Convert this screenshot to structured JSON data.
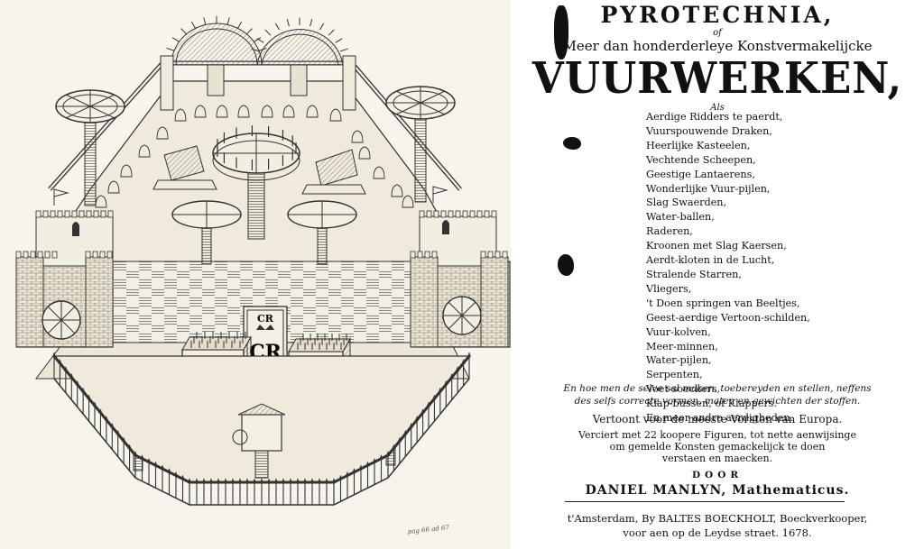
{
  "engraving": {
    "monogram_big": "CR",
    "monogram_small": "CR",
    "annotation": "pag 66 ad 67"
  },
  "title_page": {
    "title": "PYROTECHNIA,",
    "of": "of",
    "subtitle": "Meer dan honderderleye Konstvermakelijcke",
    "big_title": "VUURWERKEN,",
    "als": "Als",
    "items": [
      "Aerdige Ridders te paerdt,",
      "Vuurspouwende Draken,",
      "Heerlijke Kasteelen,",
      "Vechtende Scheepen,",
      "Geestige Lantaerens,",
      "Wonderlijke Vuur-pijlen,",
      "Slag Swaerden,",
      "Water-ballen,",
      "Raderen,",
      "Kroonen met Slag Kaersen,",
      "Aerdt-kloten in de Lucht,",
      "Stralende Starren,",
      "Vliegers,",
      "'t Doen springen van Beeltjes,",
      "Geest-aerdige Vertoon-schilden,",
      "Vuur-kolven,",
      "Meer-minnen,",
      "Water-pijlen,",
      "Serpenten,",
      "Voet-soeckers,",
      "Klap-bussen, of Klappers.",
      "En meer andre aerdigheden."
    ],
    "description_line1": "En hoe men de selve sal maken, toebereyden en stellen, neffens",
    "description_line2": "des selfs correcte vormen, maten en gewichten der stoffen.",
    "shown_to": "Vertoont voor de meeste Vorsten van Europa.",
    "plates_line1": "Verciert met 22 koopere Figuren, tot nette aenwijsinge",
    "plates_line2": "om gemelde Konsten gemackelijck te doen",
    "plates_line3": "verstaen en maecken.",
    "door": "DOOR",
    "author": "DANIEL MANLYN, Mathematicus.",
    "imprint_line1": "t'Amsterdam, By BALTES BOECKHOLT, Boeckverkooper,",
    "imprint_line2": "voor aen op de Leydse straet. 1678."
  }
}
